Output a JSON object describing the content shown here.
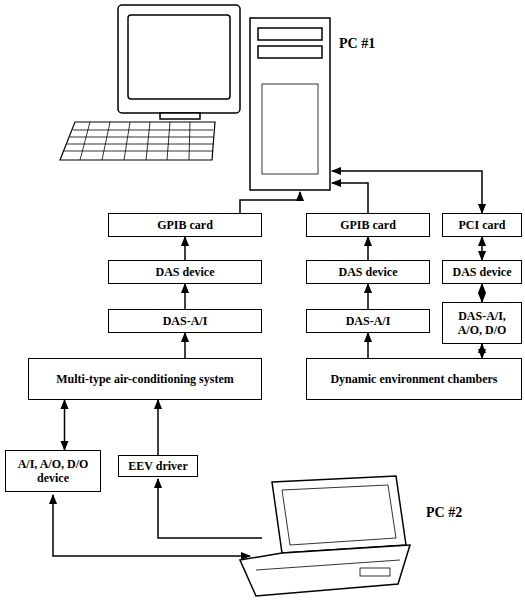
{
  "diagram": {
    "nodes": [
      {
        "text": [
          "GPIB card"
        ]
      },
      {
        "text": [
          "GPIB card"
        ]
      },
      {
        "text": [
          "PCI card"
        ]
      },
      {
        "text": [
          "DAS device"
        ]
      },
      {
        "text": [
          "DAS device"
        ]
      },
      {
        "text": [
          "DAS device"
        ]
      },
      {
        "text": [
          "DAS-A/I"
        ]
      },
      {
        "text": [
          "DAS-A/I"
        ]
      },
      {
        "text": [
          "DAS-A/I, A/O, D/O"
        ]
      },
      {
        "text": [
          "Multi-type air-conditioning system"
        ]
      },
      {
        "text": [
          "Dynamic environment chambers"
        ]
      },
      {
        "text": [
          "A/I, A/O, D/O device"
        ]
      },
      {
        "text": [
          "EEV driver"
        ]
      }
    ],
    "edges": [
      {
        "from": 3,
        "to": 0,
        "arrow": "to"
      },
      {
        "from": 6,
        "to": 3,
        "arrow": "to"
      },
      {
        "from": 9,
        "to": 6,
        "arrow": "to"
      },
      {
        "from": 4,
        "to": 1,
        "arrow": "to"
      },
      {
        "from": 7,
        "to": 4,
        "arrow": "to"
      },
      {
        "from": 10,
        "to": 7,
        "arrow": "to"
      },
      {
        "from": 2,
        "to": 5,
        "arrow": "both"
      },
      {
        "from": 5,
        "to": 8,
        "arrow": "both"
      },
      {
        "from": 8,
        "to": 10,
        "arrow": "both"
      },
      {
        "from": 11,
        "to": 9,
        "arrow": "both"
      },
      {
        "from": 12,
        "to": 9,
        "arrow": "to"
      }
    ],
    "labels": [
      "PC #1",
      "PC #2"
    ]
  }
}
